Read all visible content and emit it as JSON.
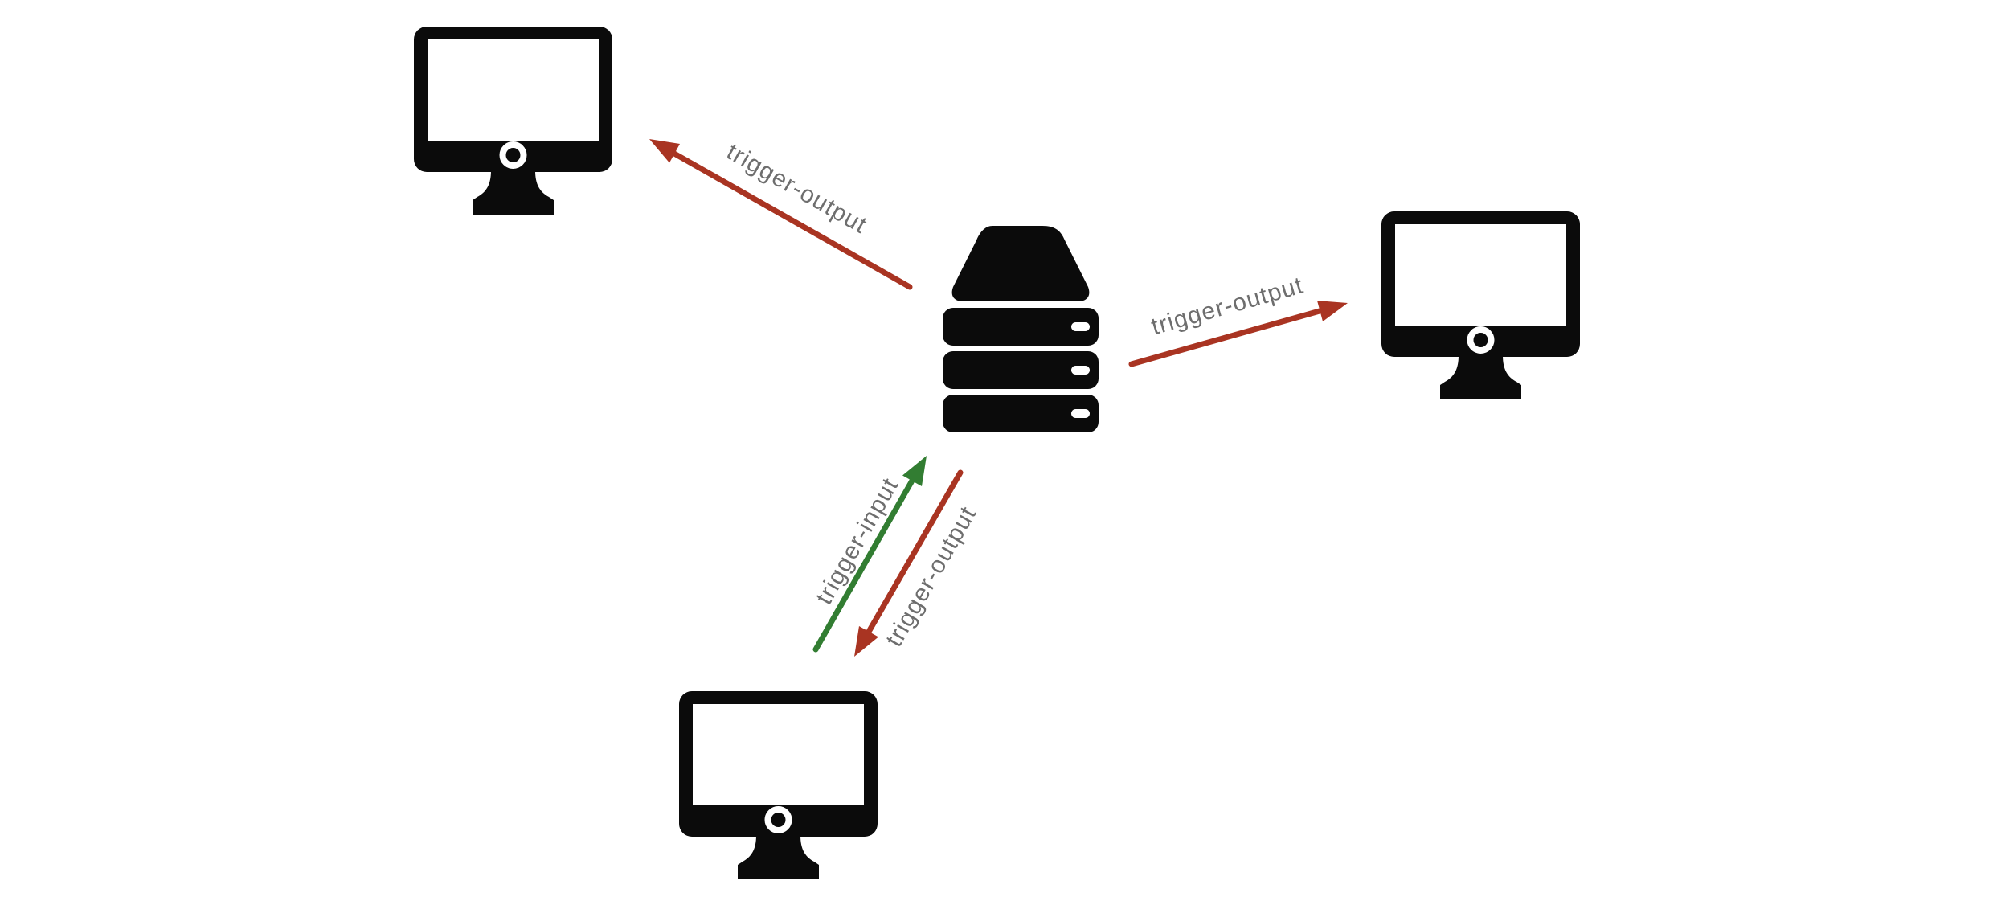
{
  "diagram": {
    "background": "#ffffff",
    "colors": {
      "icon": "#0b0b0b",
      "output_arrow": "#a93422",
      "input_arrow": "#327d32",
      "label_text": "#6e6e6e",
      "screen_white": "#ffffff"
    },
    "nodes": [
      {
        "id": "monitor-top-left",
        "type": "computer",
        "icon": "desktop-monitor-icon"
      },
      {
        "id": "server-center",
        "type": "server",
        "icon": "server-stack-icon"
      },
      {
        "id": "monitor-right",
        "type": "computer",
        "icon": "desktop-monitor-icon"
      },
      {
        "id": "monitor-bottom",
        "type": "computer",
        "icon": "desktop-monitor-icon"
      }
    ],
    "edges": [
      {
        "id": "server-to-top-left-monitor",
        "label": "trigger-output",
        "from": "server-center",
        "to": "monitor-top-left",
        "color": "#a93422"
      },
      {
        "id": "server-to-right-monitor",
        "label": "trigger-output",
        "from": "server-center",
        "to": "monitor-right",
        "color": "#a93422"
      },
      {
        "id": "bottom-monitor-to-server",
        "label": "trigger-input",
        "from": "monitor-bottom",
        "to": "server-center",
        "color": "#327d32"
      },
      {
        "id": "server-to-bottom-monitor",
        "label": "trigger-output",
        "from": "server-center",
        "to": "monitor-bottom",
        "color": "#a93422"
      }
    ]
  }
}
